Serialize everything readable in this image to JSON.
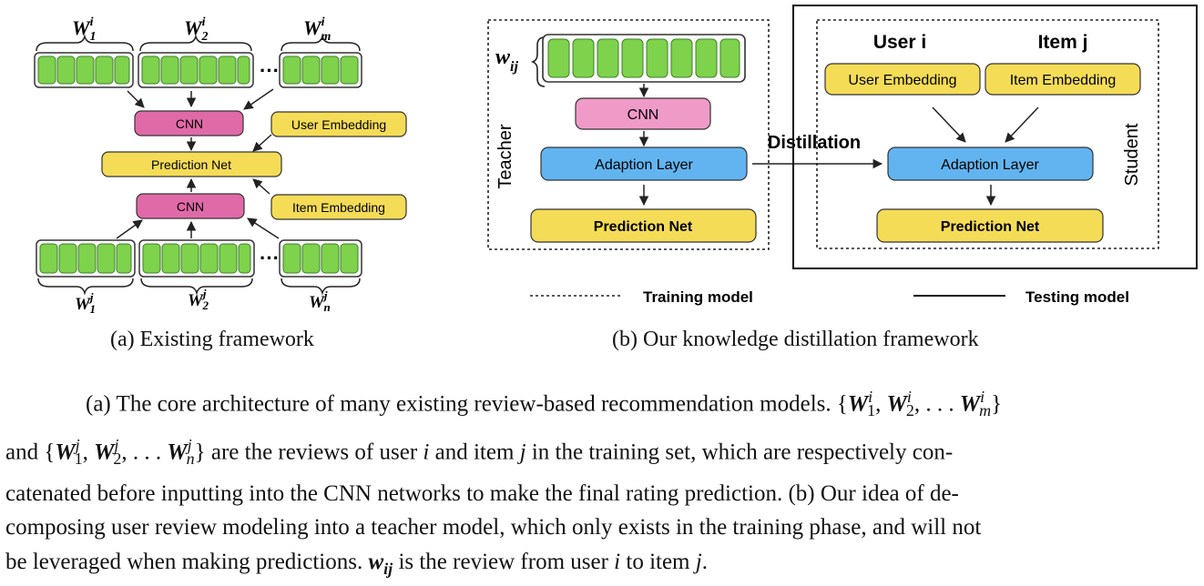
{
  "panel_a": {
    "caption": "(a)  Existing framework",
    "top_labels": [
      "W",
      "W",
      "W"
    ],
    "top_subscripts": [
      "1",
      "2",
      "m"
    ],
    "top_superscripts": [
      "i",
      "i",
      "i"
    ],
    "bottom_labels": [
      "W",
      "W",
      "W"
    ],
    "bottom_subscripts": [
      "1",
      "2",
      "n"
    ],
    "bottom_superscripts": [
      "j",
      "j",
      "j"
    ],
    "ellipsis": "···",
    "cnn": "CNN",
    "prediction": "Prediction Net",
    "user_embedding": "User Embedding",
    "item_embedding": "Item Embedding"
  },
  "panel_b": {
    "caption": "(b)  Our knowledge distillation framework",
    "review_label": "w",
    "review_subscript": "ij",
    "teacher": "Teacher",
    "student": "Student",
    "cnn": "CNN",
    "adaption_layer": "Adaption Layer",
    "prediction": "Prediction Net",
    "distillation": "Distillation",
    "user_i": "User i",
    "item_j": "Item j",
    "user_embedding": "User Embedding",
    "item_embedding": "Item Embedding",
    "legend_training": "Training model",
    "legend_testing": "Testing model"
  },
  "caption": {
    "line1_a": "(a) The core architecture of many existing review-based recommendation models.",
    "line2_b": "are the reviews of user",
    "line2_c": "and item",
    "line2_d": "in the training set, which are respectively con-",
    "line3": "catenated before inputting into the CNN networks to make the final rating prediction. (b) Our idea of de-",
    "line4": "composing user review modeling into a teacher model, which only exists in the training phase, and will not",
    "line5_a": "be leveraged when making predictions.",
    "line5_b": "is the review from user",
    "line5_c": "to item",
    "word_and": "and",
    "var_i": "i",
    "var_j": "j",
    "dots": ". . .",
    "open_brace": "{",
    "close_brace": "}",
    "comma": ",",
    "period": "."
  },
  "colors": {
    "green": "#7ed24c",
    "green_stroke": "#3f7f2a",
    "pink": "#e06aa8",
    "light_pink": "#f09ac8",
    "yellow": "#f5dc57",
    "blue": "#62b4f0",
    "stroke": "#333333"
  }
}
